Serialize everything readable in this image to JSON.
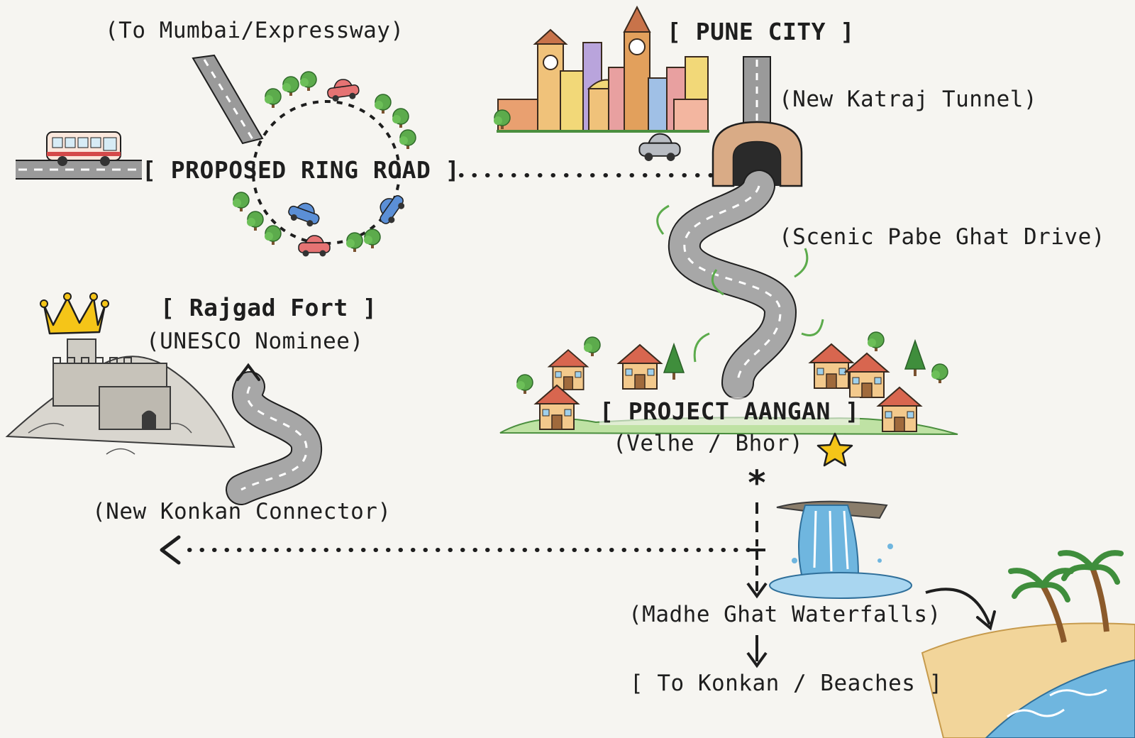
{
  "labels": {
    "to_mumbai": "(To Mumbai/Expressway)",
    "pune_city": "[ PUNE CITY ]",
    "new_katraj_tunnel": "(New Katraj Tunnel)",
    "proposed_ring_road": "[ PROPOSED RING ROAD ]",
    "scenic_pabe_ghat": "(Scenic Pabe Ghat Drive)",
    "rajgad_fort": "[ Rajgad Fort ]",
    "unesco_nominee": "(UNESCO Nominee)",
    "project_aangan": "[ PROJECT AANGAN ]",
    "velhe_bhor": "(Velhe / Bhor)",
    "new_konkan_connector": "(New Konkan Connector)",
    "madhe_ghat": "(Madhe Ghat Waterfalls)",
    "to_konkan": "[ To Konkan / Beaches ]"
  },
  "icons": {
    "fort": "fort-icon",
    "crown": "crown-icon",
    "city": "city-skyline-icon",
    "tunnel": "tunnel-icon",
    "bus": "bus-icon",
    "car": "car-icon",
    "village": "village-icon",
    "star": "star-icon",
    "waterfall": "waterfall-icon",
    "beach": "beach-icon",
    "palm": "palm-tree-icon"
  },
  "colors": {
    "background": "#f6f5f1",
    "ink": "#1e1e1e",
    "road": "#9a9a9a",
    "tree": "#5cab4c",
    "water": "#6fb6df",
    "sand": "#f2d59a",
    "star": "#f5c518",
    "tunnel": "#d9ab86"
  }
}
